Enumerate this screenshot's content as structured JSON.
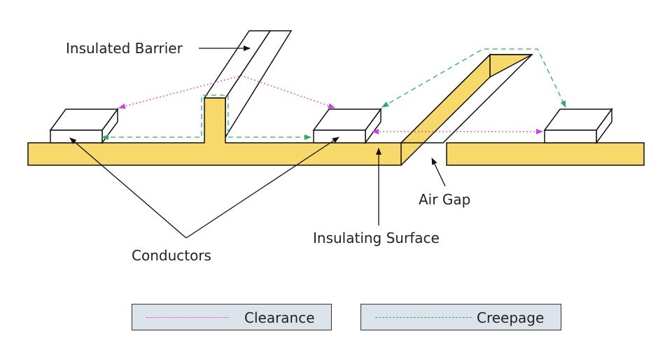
{
  "labels": {
    "insulated_barrier": "Insulated Barrier",
    "conductors": "Conductors",
    "insulating_surface": "Insulating Surface",
    "air_gap": "Air Gap"
  },
  "legend": {
    "clearance": "Clearance",
    "creepage": "Creepage"
  },
  "colors": {
    "insulator_fill": "#f7d96b",
    "outline": "#111111",
    "clearance": "#cc44dd",
    "creepage": "#33aa66",
    "legend_bg": "#dde3ea"
  }
}
